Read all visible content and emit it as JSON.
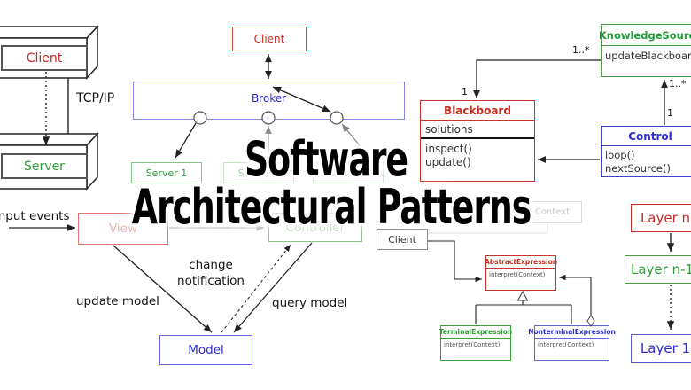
{
  "title": {
    "line1": "Software",
    "line2": "Architectural Patterns"
  },
  "client_server": {
    "client_label": "Client",
    "server_label": "Server",
    "protocol_label": "TCP/IP"
  },
  "broker": {
    "client_label": "Client",
    "broker_label": "Broker",
    "server1_label": "Server 1",
    "server2_label": "Server 2",
    "server3_label": "Server 3"
  },
  "blackboard": {
    "knowledge_source": {
      "title": "KnowledgeSource",
      "method1": "updateBlackboard()"
    },
    "board": {
      "title": "Blackboard",
      "attribute1": "solutions",
      "method1": "inspect()",
      "method2": "update()"
    },
    "control": {
      "title": "Control",
      "method1": "loop()",
      "method2": "nextSource()"
    },
    "mult_ks_left": "1..*",
    "mult_bb_top": "1",
    "mult_ks_bottom": "1..*",
    "mult_control_top": "1"
  },
  "mvc": {
    "input_events_label": "input events",
    "view_label": "View",
    "controller_label": "Controller",
    "model_label": "Model",
    "update_model_label": "update model",
    "change_notification_label": "change notification",
    "query_model_label": "query model"
  },
  "interpreter": {
    "client_label": "Client",
    "context_label": "Context",
    "abstract_expression": {
      "title": "AbstractExpression",
      "method1": "interpret(Context)"
    },
    "terminal_expression": {
      "title": "TerminalExpression",
      "method1": "interpret(Context)"
    },
    "nonterminal_expression": {
      "title": "NonterminalExpression",
      "method1": "interpret(Context)"
    }
  },
  "layered": {
    "layer_top_label": "Layer n",
    "layer_middle_label": "Layer n-1",
    "layer_bottom_label": "Layer 1"
  },
  "colors": {
    "red": "#c92a21",
    "green": "#2f9e38",
    "green_light_border": "#8bc48b",
    "blue": "#2b2bd0",
    "blue_light_border": "#8787e2",
    "gray": "#8a8a8a",
    "line": "#222222"
  }
}
